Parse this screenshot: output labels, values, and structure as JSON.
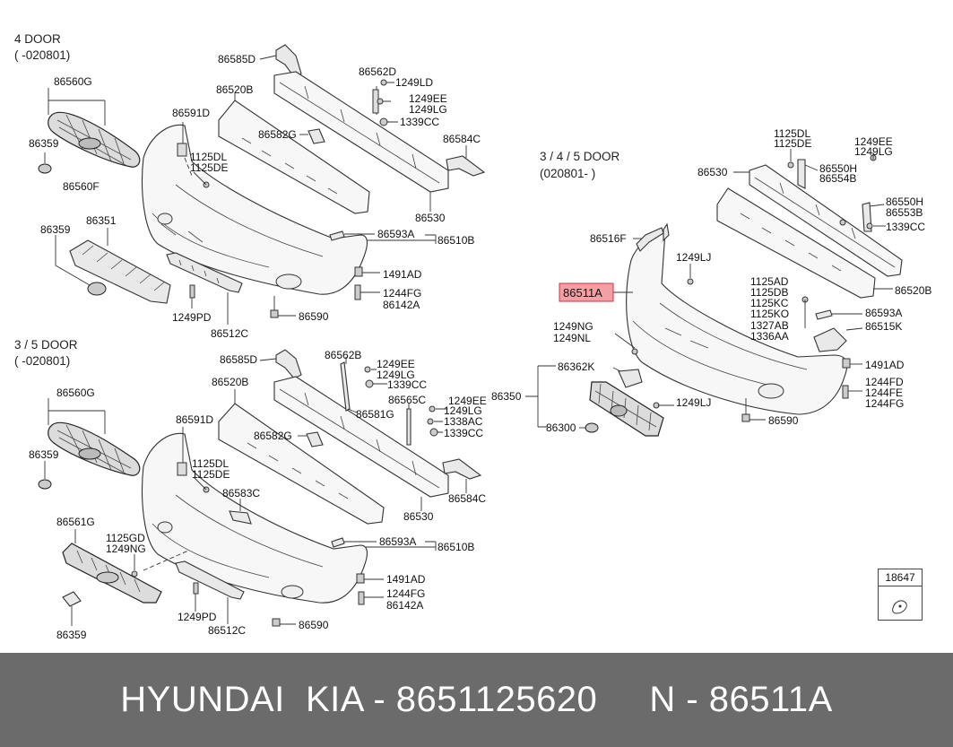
{
  "sections": {
    "four_door_title": "4 DOOR",
    "four_door_date": "( -020801)",
    "three_five_title": "3 / 5 DOOR",
    "three_five_date": "( -020801)",
    "three_four_five_title": "3 / 4 / 5 DOOR",
    "three_four_five_date": "(020801- )"
  },
  "labels_4door": {
    "l86585D": "86585D",
    "l86562D": "86562D",
    "l1249LD": "1249LD",
    "l86520B": "86520B",
    "l1249EE": "1249EE",
    "l1249LG": "1249LG",
    "l86560G": "86560G",
    "l1339CC": "1339CC",
    "l86591D": "86591D",
    "l86582G": "86582G",
    "l86584C": "86584C",
    "l86359": "86359",
    "l1125DL": "1125DL",
    "l1125DE": "1125DE",
    "l86560F": "86560F",
    "l86351": "86351",
    "l86530": "86530",
    "l86359b": "86359",
    "l86593A": "86593A",
    "l86510B": "86510B",
    "l1491AD": "1491AD",
    "l1244FG": "1244FG",
    "l86142A": "86142A",
    "l1249PD": "1249PD",
    "l86590": "86590",
    "l86512C": "86512C"
  },
  "labels_35door": {
    "l86585D": "86585D",
    "l86562B": "86562B",
    "l1249EE": "1249EE",
    "l1249LG": "1249LG",
    "l86520B": "86520B",
    "l1339CC": "1339CC",
    "l86560G": "86560G",
    "l86565C": "86565C",
    "l1249EEb": "1249EE",
    "l86581G": "86581G",
    "l1249LGb": "1249LG",
    "l1338AC": "1338AC",
    "l1339CCb": "1339CC",
    "l86591D": "86591D",
    "l86582G": "86582G",
    "l86359": "86359",
    "l1125DL": "1125DL",
    "l1125DE": "1125DE",
    "l86584C": "86584C",
    "l86583C": "86583C",
    "l86530": "86530",
    "l86561G": "86561G",
    "l1125GD": "1125GD",
    "l1249NG": "1249NG",
    "l86593A": "86593A",
    "l86510B": "86510B",
    "l1491AD": "1491AD",
    "l1244FG": "1244FG",
    "l86142A": "86142A",
    "l1249PD": "1249PD",
    "l86512C": "86512C",
    "l86590": "86590",
    "l86359b": "86359"
  },
  "labels_345door": {
    "l1125DL": "1125DL",
    "l1125DE": "1125DE",
    "l1249EE": "1249EE",
    "l1249LG": "1249LG",
    "l86530": "86530",
    "l86550H": "86550H",
    "l86554B": "86554B",
    "l86550Hb": "86550H",
    "l86553B": "86553B",
    "l1339CC": "1339CC",
    "l86516F": "86516F",
    "l1249LJ": "1249LJ",
    "l86520B": "86520B",
    "l1125AD": "1125AD",
    "l1125DB": "1125DB",
    "l1125KC": "1125KC",
    "l1125KO": "1125KO",
    "l1327AB": "1327AB",
    "l1336AA": "1336AA",
    "l86593A": "86593A",
    "l86515K": "86515K",
    "l1249NG": "1249NG",
    "l1249NL": "1249NL",
    "l86362K": "86362K",
    "l1491AD": "1491AD",
    "l86350": "86350",
    "l1244FD": "1244FD",
    "l1244FE": "1244FE",
    "l1244FG": "1244FG",
    "l1249LJb": "1249LJ",
    "l86300": "86300",
    "l86590": "86590"
  },
  "highlight": {
    "label": "86511A",
    "fill": "#f2a0a4",
    "stroke": "#cc3344"
  },
  "ref_box": {
    "label": "18647"
  },
  "footer": {
    "text": "HYUNDAI  KIA - 8651125620     N - 86511A",
    "background": "#6b6b6b",
    "color": "#ffffff"
  }
}
